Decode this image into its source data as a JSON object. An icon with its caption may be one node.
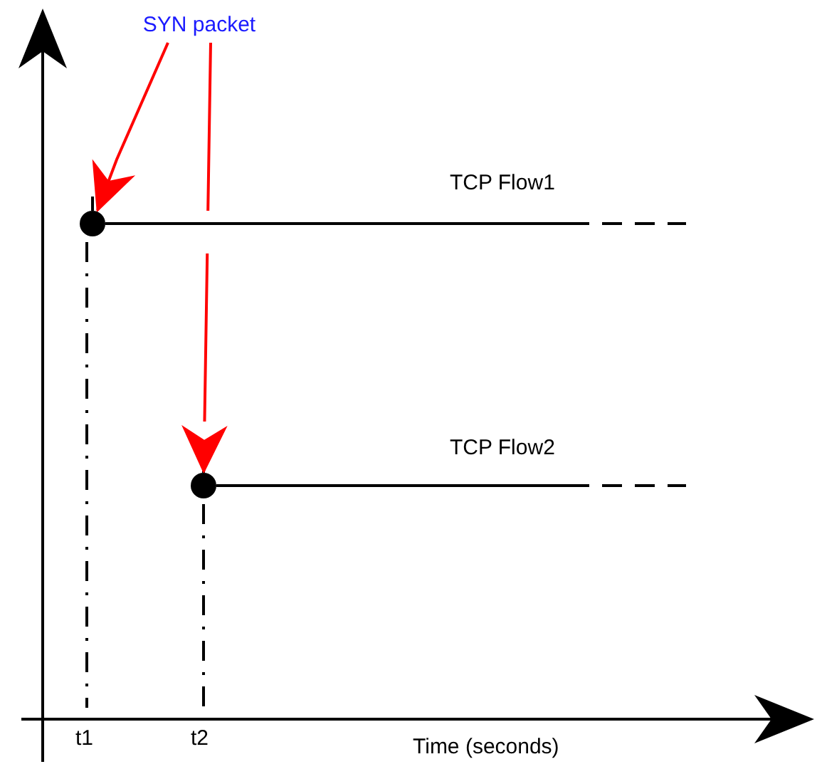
{
  "diagram": {
    "nodes": [
      {
        "text": [
          "SYN packet"
        ]
      },
      {
        "text": [],
        "shape": "circle"
      },
      {
        "text": [],
        "shape": "circle"
      }
    ],
    "edges": [
      {
        "from": 0,
        "to": 1,
        "arrow": "to"
      },
      {
        "from": 0,
        "to": 2,
        "arrow": "to",
        "style": "dashed"
      }
    ],
    "labels": [
      "TCP Flow1",
      "TCP Flow2",
      "t1",
      "t2",
      "Time (seconds)"
    ]
  }
}
